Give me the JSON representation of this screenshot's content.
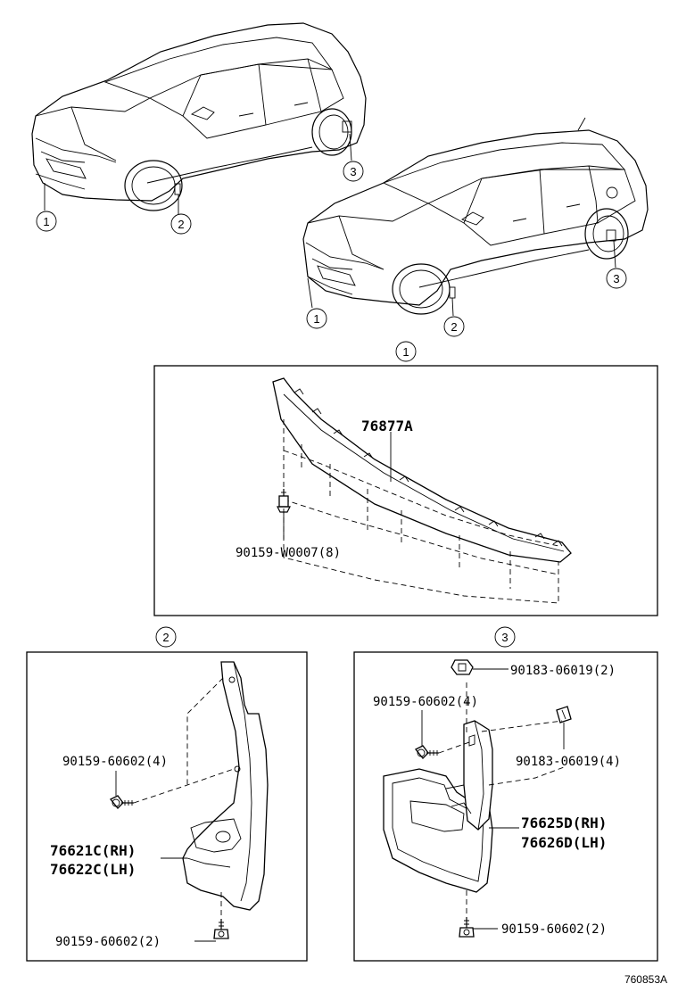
{
  "callouts": {
    "c1": "1",
    "c2": "2",
    "c3": "3"
  },
  "parts": {
    "spoiler": "76877A",
    "spoiler_clip": "90159-W0007(8)",
    "rh_screw_top": "90159-60602(4)",
    "rh_flap_rh": "76621C(RH)",
    "rh_flap_lh": "76622C(LH)",
    "rh_screw_bottom": "90159-60602(2)",
    "rr_nut_top": "90183-06019(2)",
    "rr_screw_top": "90159-60602(4)",
    "rr_nut_side": "90183-06019(4)",
    "rr_flap_rh": "76625D(RH)",
    "rr_flap_lh": "76626D(LH)",
    "rr_screw_bottom": "90159-60602(2)"
  },
  "diagram_code": "760853A"
}
